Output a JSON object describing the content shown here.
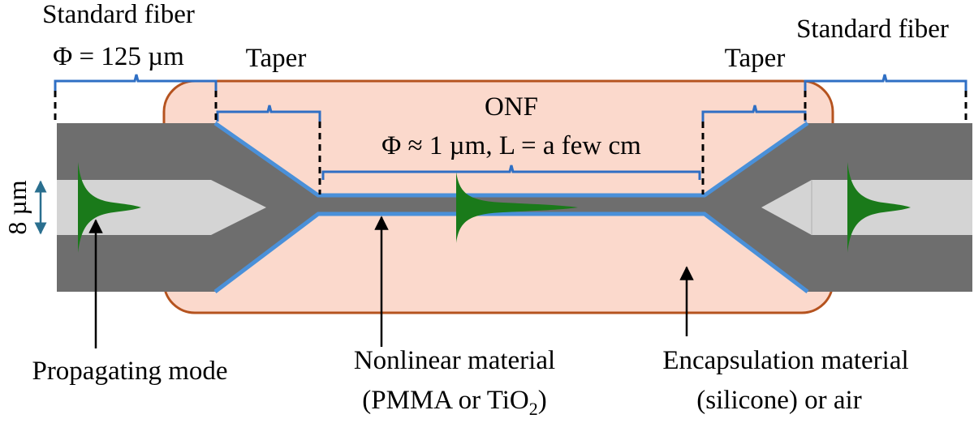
{
  "labels": {
    "standard_fiber_left": "Standard fiber",
    "phi_125": "Φ = 125 µm",
    "taper_left": "Taper",
    "onf": "ONF",
    "onf_dims": "Φ ≈ 1 µm, L = a few cm",
    "taper_right": "Taper",
    "standard_fiber_right": "Standard fiber",
    "core_diameter": "8 µm",
    "propagating_mode": "Propagating mode",
    "nonlinear_line1": "Nonlinear material",
    "nonlinear_line2_prefix": "(PMMA or TiO",
    "nonlinear_line2_sub": "2",
    "nonlinear_line2_suffix": ")",
    "encapsulation_line1": "Encapsulation material",
    "encapsulation_line2": "(silicone) or air"
  },
  "colors": {
    "cladding": "#6e6e6e",
    "core": "#d4d4d4",
    "coating": "#4a90d9",
    "mode": "#1a7a1a",
    "encapsulation_fill": "#fbd9cc",
    "encapsulation_stroke": "#b5531f",
    "brace": "#2f6fc4",
    "double_arrow": "#2a6f8f"
  }
}
